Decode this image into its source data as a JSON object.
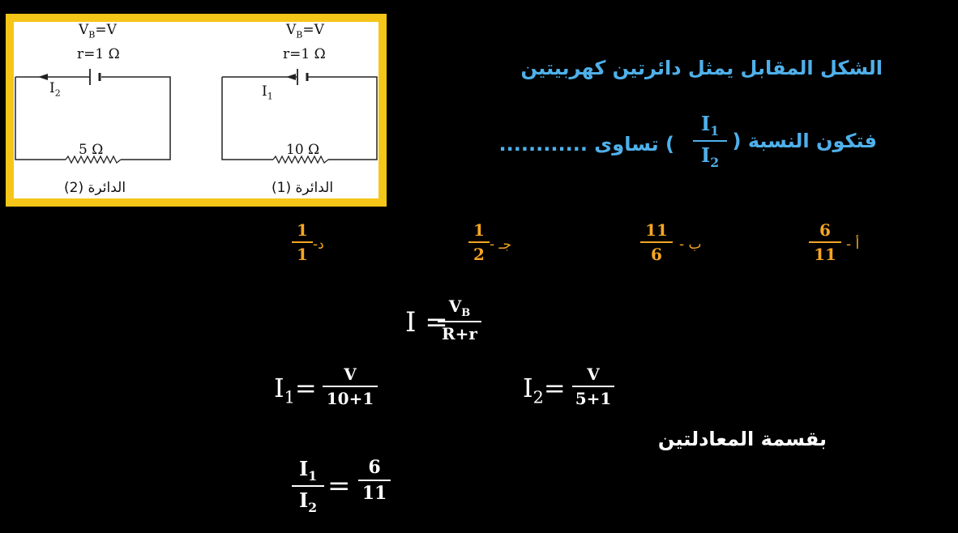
{
  "figure": {
    "circuit2": {
      "vb": "V",
      "vb_sub": "B",
      "vb_rest": "=V",
      "r": "r=1 Ω",
      "current": "I",
      "current_sub": "2",
      "resistor": "5 Ω",
      "caption": "الدائرة (2)"
    },
    "circuit1": {
      "vb": "V",
      "vb_sub": "B",
      "vb_rest": "=V",
      "r": "r=1 Ω",
      "current": "I",
      "current_sub": "1",
      "resistor": "10 Ω",
      "caption": "الدائرة (1)"
    }
  },
  "question": {
    "line1": "الشكل المقابل يمثل دائرتين كهربيتين",
    "line2_start": "فتكون النسبة (",
    "line2_end": ") تساوى ............",
    "ratio_num": "I",
    "ratio_num_sub": "1",
    "ratio_den": "I",
    "ratio_den_sub": "2"
  },
  "options": [
    {
      "label": "أ -",
      "num": "6",
      "den": "11"
    },
    {
      "label": "ب -",
      "num": "11",
      "den": "6"
    },
    {
      "label": "جـ -",
      "num": "1",
      "den": "2"
    },
    {
      "label": "د-",
      "num": "1",
      "den": "1"
    }
  ],
  "solution": {
    "general_lhs": "I =",
    "general_num": "V",
    "general_num_sub": "B",
    "general_den": "R+r",
    "i1_lhs": "I",
    "i1_sub": "1",
    "i1_eq": "=",
    "i1_num": "V",
    "i1_den": "10+1",
    "i2_lhs": "I",
    "i2_sub": "2",
    "i2_eq": "=",
    "i2_num": "V",
    "i2_den": "5+1",
    "divide_text": "بقسمة المعادلتين",
    "result_num": "I",
    "result_num_sub": "1",
    "result_den": "I",
    "result_den_sub": "2",
    "result_eq": "=",
    "result_value_num": "6",
    "result_value_den": "11"
  },
  "colors": {
    "background": "#000000",
    "question_blue": "#4fb0ea",
    "option_orange": "#f5a623",
    "figure_border": "#f5c518",
    "text_white": "#ffffff"
  }
}
